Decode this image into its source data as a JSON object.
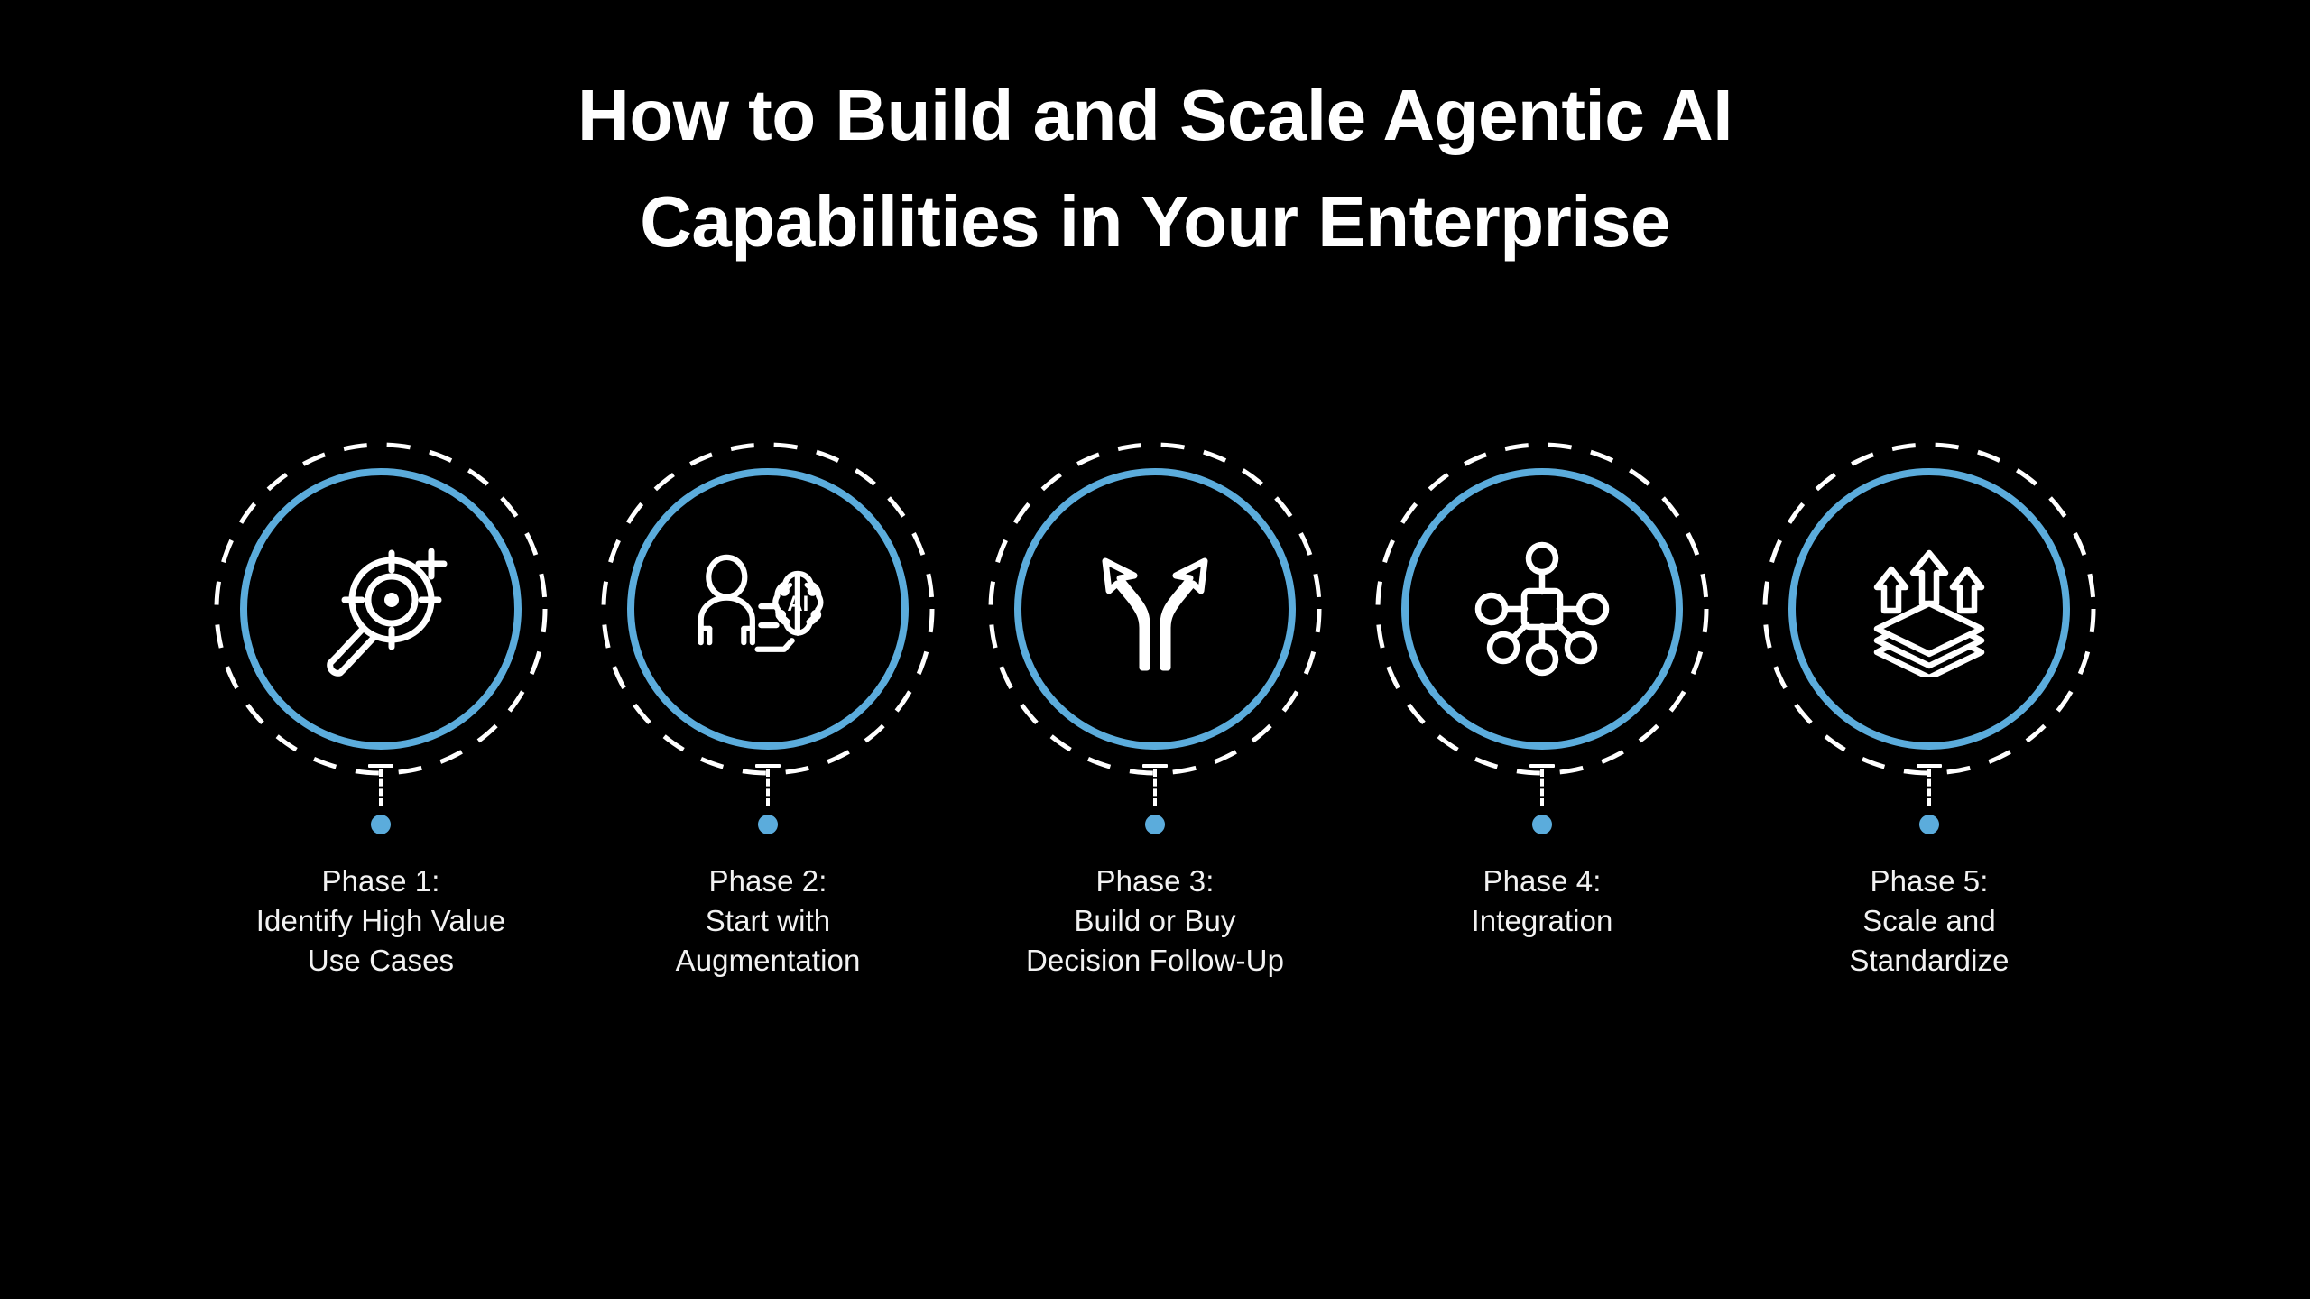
{
  "theme": {
    "background": "#000000",
    "accent_blue": "#5BACDC",
    "text_white": "#ffffff",
    "label_text": "#f2f2f2"
  },
  "header": {
    "title_line_1": "How to Build and Scale Agentic AI",
    "title_line_2": "Capabilities in Your Enterprise"
  },
  "phases": [
    {
      "icon_name": "magnifier-target-plus-icon",
      "label": "Phase 1:\nIdentify High Value\nUse Cases",
      "phase_number": "Phase 1:",
      "phase_title": "Identify High Value Use Cases"
    },
    {
      "icon_name": "person-ai-brain-icon",
      "label": "Phase 2:\nStart with\nAugmentation",
      "phase_number": "Phase 2:",
      "phase_title": "Start with Augmentation"
    },
    {
      "icon_name": "forked-arrow-decision-icon",
      "label": "Phase 3:\nBuild or Buy\nDecision Follow-Up",
      "phase_number": "Phase 3:",
      "phase_title": "Build or Buy Decision Follow-Up"
    },
    {
      "icon_name": "network-hub-nodes-icon",
      "label": "Phase 4:\nIntegration",
      "phase_number": "Phase 4:",
      "phase_title": "Integration"
    },
    {
      "icon_name": "stacked-layers-up-arrows-icon",
      "label": "Phase 5:\nScale and\nStandardize",
      "phase_number": "Phase 5:",
      "phase_title": "Scale and Standardize"
    }
  ]
}
